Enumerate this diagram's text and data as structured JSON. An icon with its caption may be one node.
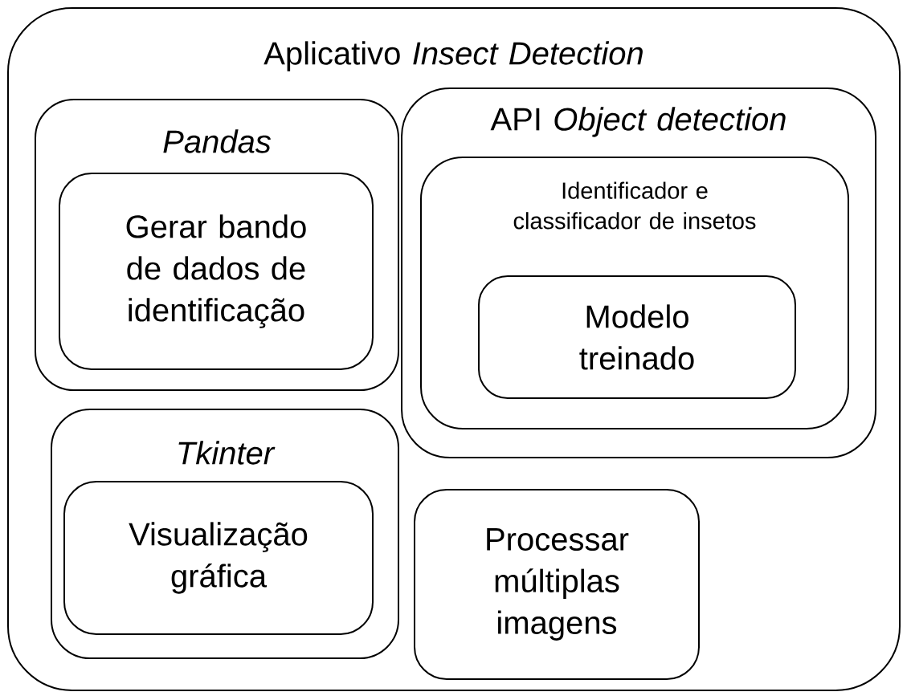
{
  "diagram": {
    "nodes": [
      {
        "text": [
          "Aplicativo *Insect Detection*"
        ]
      },
      {
        "text": [
          "Pandas"
        ],
        "in": 0
      },
      {
        "text": [
          "Gerar bando de dados de identificação"
        ],
        "in": 1
      },
      {
        "text": [
          "Tkinter"
        ],
        "in": 0
      },
      {
        "text": [
          "Visualização gráfica"
        ],
        "in": 3
      },
      {
        "text": [
          "API *Object detection*"
        ],
        "in": 0
      },
      {
        "text": [
          "Identificador e classificador de insetos"
        ],
        "in": 5
      },
      {
        "text": [
          "Modelo treinado"
        ],
        "in": 6
      },
      {
        "text": [
          "Processar múltiplas imagens"
        ],
        "in": 0
      }
    ]
  }
}
